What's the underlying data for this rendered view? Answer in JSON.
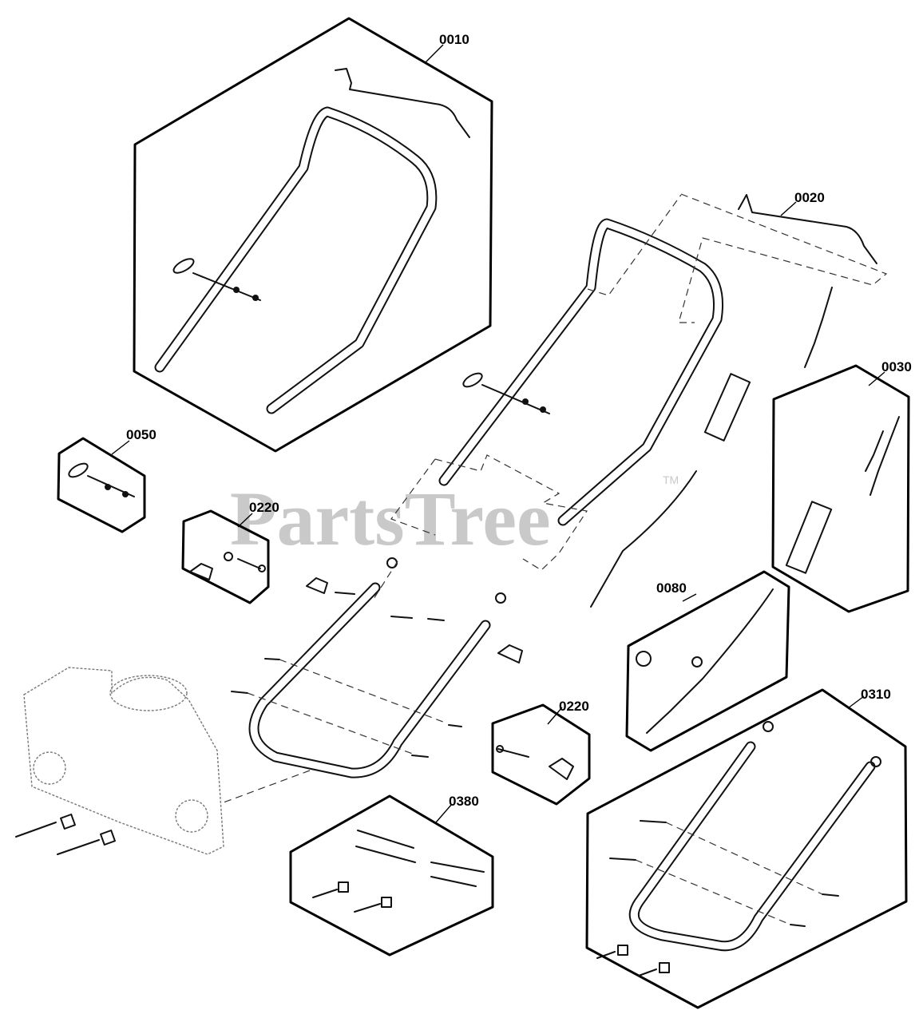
{
  "watermark": {
    "text": "PartsTree",
    "tm": "TM"
  },
  "callouts": {
    "c0010": "0010",
    "c0020": "0020",
    "c0030": "0030",
    "c0050": "0050",
    "c0220a": "0220",
    "c0080": "0080",
    "c0310": "0310",
    "c0220b": "0220",
    "c0380": "0380"
  }
}
